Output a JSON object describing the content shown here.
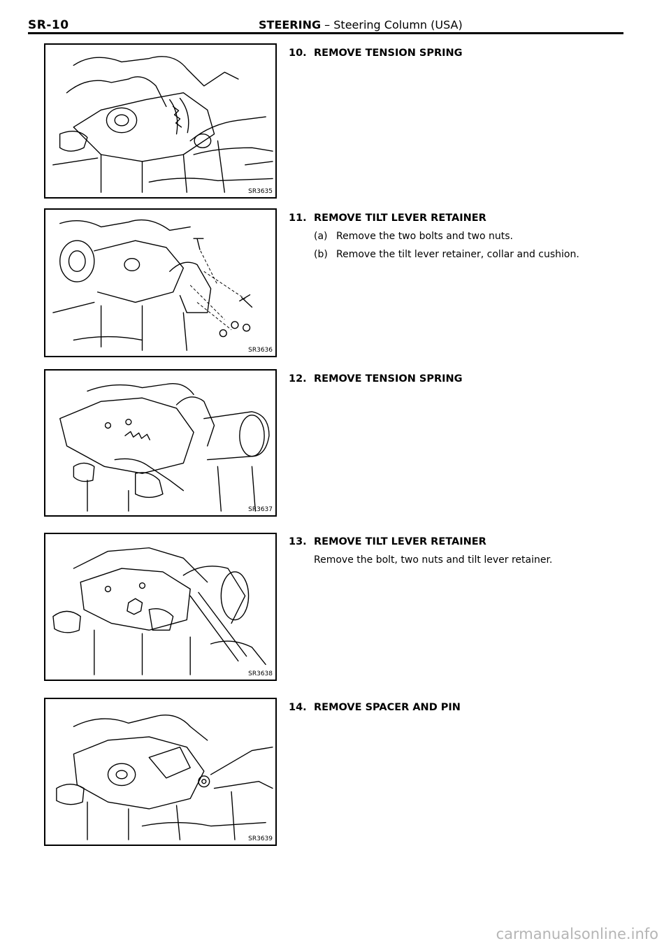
{
  "header": {
    "page_code": "SR-10",
    "section": "STEERING",
    "subtitle": " – Steering Column (USA)"
  },
  "figures": [
    {
      "code": "SR3635"
    },
    {
      "code": "SR3636"
    },
    {
      "code": "SR3637"
    },
    {
      "code": "SR3638"
    },
    {
      "code": "SR3639"
    }
  ],
  "steps": [
    {
      "num": "10.",
      "title": "REMOVE TENSION SPRING"
    },
    {
      "num": "11.",
      "title": "REMOVE TILT LEVER RETAINER",
      "subs": [
        {
          "label": "(a)",
          "text": "Remove the two bolts and two nuts."
        },
        {
          "label": "(b)",
          "text": "Remove the tilt lever retainer, collar and cushion."
        }
      ]
    },
    {
      "num": "12.",
      "title": "REMOVE TENSION SPRING"
    },
    {
      "num": "13.",
      "title": "REMOVE TILT LEVER RETAINER",
      "text": "Remove the bolt, two nuts and tilt lever retainer."
    },
    {
      "num": "14.",
      "title": "REMOVE SPACER AND PIN"
    }
  ],
  "watermark": "carmanualsonline.info"
}
